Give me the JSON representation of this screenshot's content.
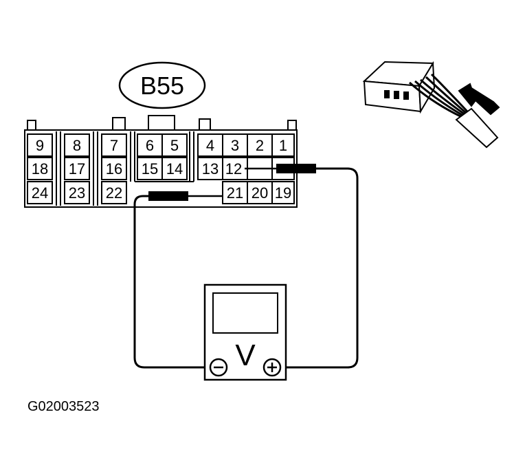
{
  "connector": {
    "label": "B55",
    "pins": {
      "p1": "1",
      "p2": "2",
      "p3": "3",
      "p4": "4",
      "p5": "5",
      "p6": "6",
      "p7": "7",
      "p8": "8",
      "p9": "9",
      "p12": "12",
      "p13": "13",
      "p14": "14",
      "p15": "15",
      "p16": "16",
      "p17": "17",
      "p18": "18",
      "p19": "19",
      "p20": "20",
      "p21": "21",
      "p22": "22",
      "p23": "23",
      "p24": "24"
    }
  },
  "voltmeter": {
    "symbol": "V",
    "negative": "−",
    "positive": "+"
  },
  "figure_code": "G02003523"
}
